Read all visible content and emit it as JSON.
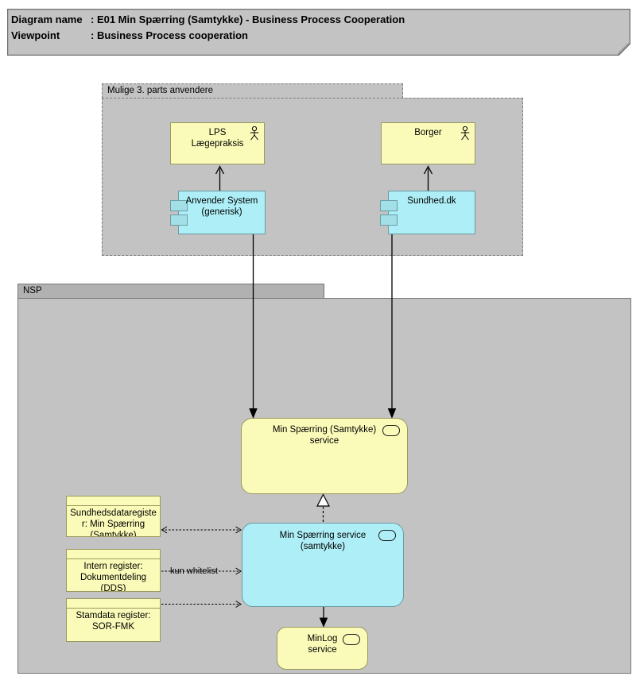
{
  "title_note": {
    "rows": [
      {
        "label": "Diagram name",
        "value": ": E01 Min Spærring (Samtykke) - Business Process Cooperation"
      },
      {
        "label": "Viewpoint",
        "value": ": Business Process cooperation"
      }
    ]
  },
  "groups": {
    "third_party": {
      "label": "Mulige 3. parts anvendere"
    },
    "nsp": {
      "label": "NSP"
    }
  },
  "elements": {
    "actors": [
      {
        "label": "LPS\nLægepraksis"
      },
      {
        "label": "Borger"
      }
    ],
    "components": [
      {
        "label": "Anvender System\n(generisk)"
      },
      {
        "label": "Sundhed.dk"
      }
    ],
    "services": [
      {
        "label": "Min Spærring (Samtykke)\nservice"
      },
      {
        "label": "Min Spærring service\n(samtykke)"
      },
      {
        "label": "MinLog\nservice"
      }
    ],
    "registers": [
      {
        "label": "Sundhedsdataregiste\nr: Min Spærring\n(Samtykke)"
      },
      {
        "label": "Intern register:\nDokumentdeling\n(DDS)"
      },
      {
        "label": "Stamdata register:\nSOR-FMK"
      }
    ]
  },
  "connections": {
    "whitelist_label": "kun whitelist"
  },
  "icons": {
    "actor": "stick-figure",
    "component": "module-tabs",
    "service": "rounded-pill"
  },
  "colors": {
    "group_fill": "#c3c3c3",
    "nsp_tab_fill": "#b1b1b1",
    "node_yellow": "#fbfbb9",
    "node_cyan": "#aeeff7",
    "yellow_border": "#99995e",
    "cyan_border": "#6b9ba4",
    "note_fill": "#c3c3c3",
    "line": "#000000"
  }
}
